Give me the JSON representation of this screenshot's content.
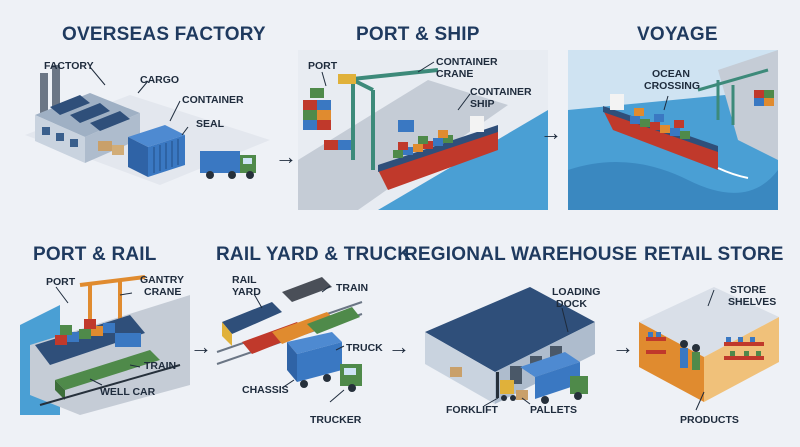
{
  "stages": {
    "overseas_factory": {
      "title": "OVERSEAS FACTORY",
      "labels": {
        "factory": "FACTORY",
        "cargo": "CARGO",
        "container": "CONTAINER",
        "seal": "SEAL"
      }
    },
    "port_ship": {
      "title": "PORT & SHIP",
      "labels": {
        "port": "PORT",
        "container_crane_1": "CONTAINER",
        "container_crane_2": "CRANE",
        "container_ship_1": "CONTAINER",
        "container_ship_2": "SHIP"
      }
    },
    "voyage": {
      "title": "VOYAGE",
      "labels": {
        "ocean_1": "OCEAN",
        "ocean_2": "CROSSING"
      }
    },
    "port_rail": {
      "title": "PORT & RAIL",
      "labels": {
        "port": "PORT",
        "gantry_1": "GANTRY",
        "gantry_2": "CRANE",
        "train": "TRAIN",
        "well_car": "WELL CAR"
      }
    },
    "rail_yard_truck": {
      "title": "RAIL YARD & TRUCK",
      "labels": {
        "rail_1": "RAIL",
        "rail_2": "YARD",
        "train": "TRAIN",
        "truck": "TRUCK",
        "chassis": "CHASSIS",
        "trucker": "TRUCKER"
      }
    },
    "regional_warehouse": {
      "title": "REGIONAL WAREHOUSE",
      "labels": {
        "loading_1": "LOADING",
        "loading_2": "DOCK",
        "forklift": "FORKLIFT",
        "pallets": "PALLETS"
      }
    },
    "retail_store": {
      "title": "RETAIL STORE",
      "labels": {
        "store_1": "STORE",
        "store_2": "SHELVES",
        "products": "PRODUCTS"
      }
    }
  },
  "arrow_glyph": "→",
  "colors": {
    "title": "#1f3a5f",
    "sea": "#4a9fd4",
    "container_blue": "#3a78c2",
    "truck_green": "#4f8a4a"
  }
}
